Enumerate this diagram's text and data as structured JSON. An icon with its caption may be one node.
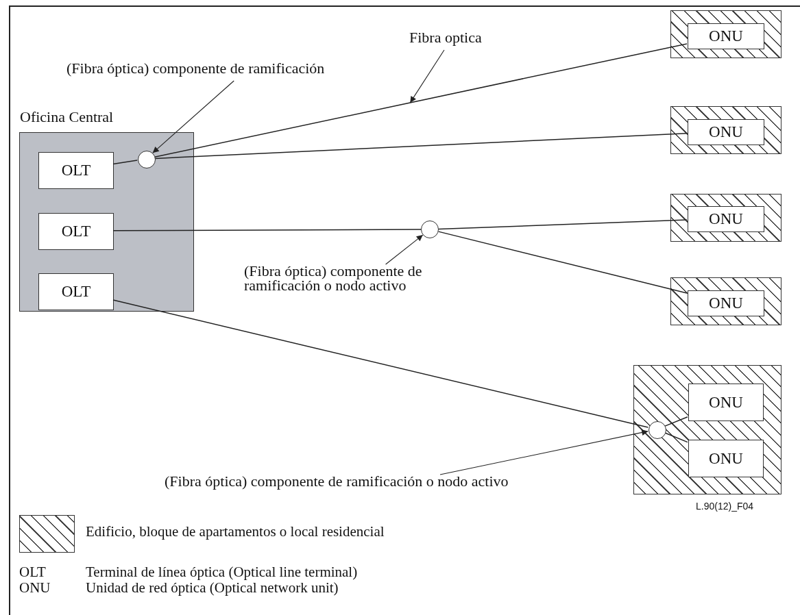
{
  "diagram": {
    "nodes": [
      {
        "text": [
          "Oficina Central"
        ]
      },
      {
        "text": [
          "OLT"
        ],
        "in": 0
      },
      {
        "text": [
          "OLT"
        ],
        "in": 0
      },
      {
        "text": [
          "OLT"
        ],
        "in": 0
      },
      {
        "text": [],
        "shape": "circle",
        "in": 0
      },
      {
        "text": [],
        "shape": "box"
      },
      {
        "text": [
          "ONU"
        ],
        "in": 5
      },
      {
        "text": [],
        "shape": "box"
      },
      {
        "text": [
          "ONU"
        ],
        "in": 7
      },
      {
        "text": [],
        "shape": "box"
      },
      {
        "text": [
          "ONU"
        ],
        "in": 9
      },
      {
        "text": [],
        "shape": "box"
      },
      {
        "text": [
          "ONU"
        ],
        "in": 11
      },
      {
        "text": [],
        "shape": "circle"
      },
      {
        "text": [],
        "shape": "box"
      },
      {
        "text": [],
        "shape": "circle",
        "in": 14
      },
      {
        "text": [
          "ONU"
        ],
        "in": 14
      },
      {
        "text": [
          "ONU"
        ],
        "in": 14
      },
      {
        "text": [
          "(Fibra óptica) componente de ramificación"
        ]
      },
      {
        "text": [
          "Fibra optica"
        ]
      },
      {
        "text": [
          "(Fibra óptica) componente de ramificación o nodo activo"
        ]
      },
      {
        "text": [
          "(Fibra óptica) componente de ramificación o nodo activo"
        ]
      }
    ],
    "edges": [
      {
        "from": 1,
        "to": 4,
        "arrow": "none"
      },
      {
        "from": 4,
        "to": 6,
        "arrow": "none"
      },
      {
        "from": 4,
        "to": 8,
        "arrow": "none"
      },
      {
        "from": 2,
        "to": 13,
        "arrow": "none"
      },
      {
        "from": 13,
        "to": 10,
        "arrow": "none"
      },
      {
        "from": 13,
        "to": 12,
        "arrow": "none"
      },
      {
        "from": 3,
        "to": 15,
        "arrow": "none"
      },
      {
        "from": 15,
        "to": 16,
        "arrow": "none"
      },
      {
        "from": 15,
        "to": 17,
        "arrow": "none"
      },
      {
        "from": 18,
        "to": 4,
        "arrow": "to"
      },
      {
        "from": 19,
        "to": null,
        "arrow": "to"
      },
      {
        "from": 20,
        "to": 13,
        "arrow": "to"
      },
      {
        "from": 21,
        "to": 15,
        "arrow": "to"
      }
    ],
    "labels": [
      "L.90(12)_F04",
      "OLT",
      "Terminal de línea óptica (Optical line terminal)",
      "ONU",
      "Unidad de red óptica (Optical network unit)"
    ],
    "legend": [
      {
        "text": "Edificio, bloque de apartamentos o local residencial"
      }
    ]
  }
}
